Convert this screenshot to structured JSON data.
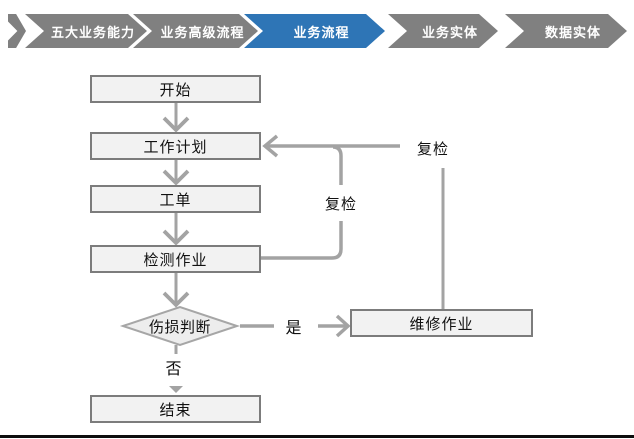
{
  "banner": {
    "active_color": "#2E75B6",
    "inactive_color": "#808080",
    "steps": [
      {
        "label": "五大业务能力",
        "active": false
      },
      {
        "label": "业务高级流程",
        "active": false
      },
      {
        "label": "业务流程",
        "active": true
      },
      {
        "label": "业务实体",
        "active": false
      },
      {
        "label": "数据实体",
        "active": false
      }
    ]
  },
  "flowchart": {
    "nodes": [
      {
        "id": "start",
        "type": "process",
        "label": "开始"
      },
      {
        "id": "work-plan",
        "type": "process",
        "label": "工作计划"
      },
      {
        "id": "work-order",
        "type": "process",
        "label": "工单"
      },
      {
        "id": "inspection-job",
        "type": "process",
        "label": "检测作业"
      },
      {
        "id": "damage-decision",
        "type": "decision",
        "label": "伤损判断"
      },
      {
        "id": "repair-job",
        "type": "process",
        "label": "维修作业"
      },
      {
        "id": "end",
        "type": "process",
        "label": "结束"
      }
    ],
    "edge_labels": {
      "yes": "是",
      "no": "否",
      "recheck_inner": "复检",
      "recheck_outer": "复检"
    },
    "colors": {
      "line": "#A3A3A3",
      "box_fill": "#F2F2F2",
      "box_border": "#7C7C7C",
      "diamond_fill": "#EDEDED",
      "diamond_border": "#A6A6A6"
    }
  }
}
